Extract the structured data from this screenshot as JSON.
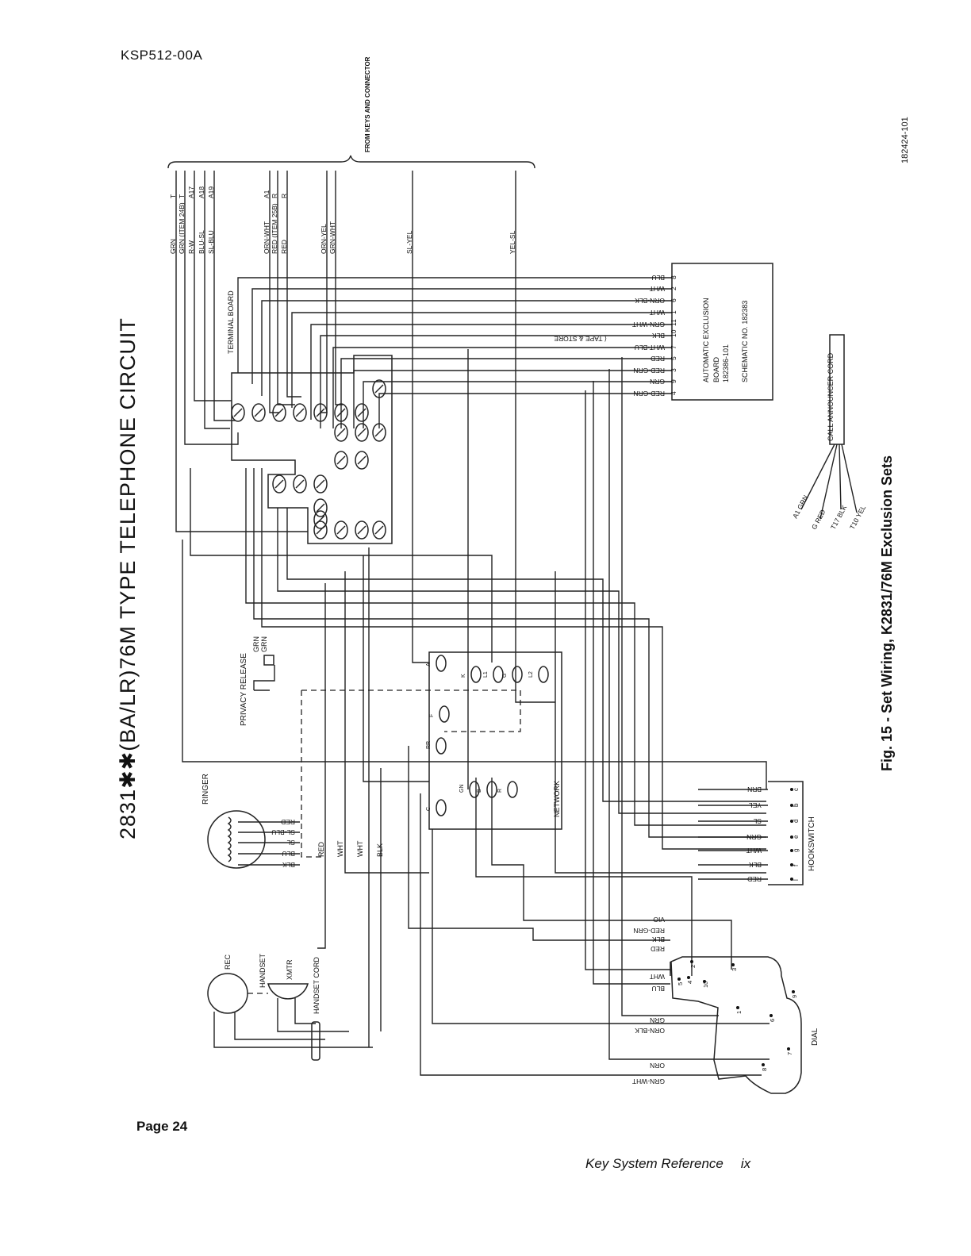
{
  "header": {
    "doc_id": "KSP512-00A"
  },
  "footer": {
    "page": "Page 24",
    "reference": "Key System Reference",
    "roman": "ix"
  },
  "title": "2831✱✱(BA/LR)76M TYPE TELEPHONE CIRCUIT",
  "figure_caption": "Fig. 15 - Set Wiring, K2831/76M Exclusion Sets",
  "drawing_number": "182424-101",
  "labels": {
    "from_keys": "FROM KEYS AND CONNECTOR",
    "terminal_board": "TERMINAL BOARD",
    "privacy_release": "PRIVACY RELEASE",
    "ringer": "RINGER",
    "handset": "HANDSET",
    "rec": "REC",
    "xmtr": "XMTR",
    "handset_cord": "HANDSET CORD",
    "network": "NETWORK",
    "hookswitch": "HOOKSWITCH",
    "dial": "DIAL",
    "call_announcer_cord": "CALL ANNOUNCER CORD",
    "tape_store": "TAPE & STORE"
  },
  "exclusion_board": [
    "AUTOMATIC EXCLUSION",
    "BOARD",
    "182386-101",
    "SCHEMATIC NO. 182383"
  ],
  "top_wires": [
    {
      "color": "GRN",
      "term": "T"
    },
    {
      "color": "GRN (ITEM 24B)",
      "term": "T"
    },
    {
      "color": "R-W",
      "term": "A17"
    },
    {
      "color": "BLU-SL",
      "term": "A18"
    },
    {
      "color": "SL-BLU",
      "term": "A19"
    },
    {
      "color": "ORN-WHT",
      "term": "A1"
    },
    {
      "color": "RED (ITEM 25B)",
      "term": "R"
    },
    {
      "color": "RED",
      "term": "R"
    },
    {
      "color": "ORN-YEL",
      "term": ""
    },
    {
      "color": "GRN-WHT",
      "term": ""
    },
    {
      "color": "SL-YEL",
      "term": ""
    },
    {
      "color": "YEL-SL",
      "term": ""
    }
  ],
  "exclusion_wires": [
    {
      "color": "BLU",
      "pin": "8"
    },
    {
      "color": "WHT",
      "pin": "2"
    },
    {
      "color": "ORN-BLK",
      "pin": "6"
    },
    {
      "color": "WHT",
      "pin": "1"
    },
    {
      "color": "GRN-WHT",
      "pin": "11"
    },
    {
      "color": "BLK",
      "pin": "10"
    },
    {
      "color": "WHT-BLU",
      "pin": "7"
    },
    {
      "color": "RED",
      "pin": "5"
    },
    {
      "color": "RED-GRN",
      "pin": "3"
    },
    {
      "color": "GRN",
      "pin": "9"
    },
    {
      "color": "RED-GRN",
      "pin": "4"
    }
  ],
  "privacy_wires": [
    "GRN",
    "GRN"
  ],
  "ringer_wires": [
    "RED",
    "SL-BLU",
    "SL",
    "BLU",
    "BLK"
  ],
  "handset_wires": [
    "RED",
    "WHT",
    "WHT",
    "BLK"
  ],
  "hookswitch_wires": [
    {
      "color": "BRN",
      "pin": "c"
    },
    {
      "color": "YEL",
      "pin": "b"
    },
    {
      "color": "SL",
      "pin": "d"
    },
    {
      "color": "GRN",
      "pin": "e"
    },
    {
      "color": "WHT",
      "pin": "g"
    },
    {
      "color": "BLK",
      "pin": "f"
    },
    {
      "color": "RED",
      "pin": "l"
    }
  ],
  "dial_wires": [
    "VIO",
    "RED-GRN",
    "BLK",
    "RED",
    "WHT",
    "BLU",
    "GRN",
    "ORN-BLK",
    "ORN",
    "GRN-WHT"
  ],
  "dial_pins": [
    "2",
    "3",
    "4",
    "5",
    "10",
    "1",
    "6",
    "7",
    "8",
    "9"
  ],
  "announcer_wires": [
    "A1 GRN",
    "G RED",
    "T17 BLK",
    "T10 YEL"
  ],
  "network_terms": [
    "A",
    "K",
    "F",
    "RR",
    "C",
    "GN",
    "B",
    "R",
    "L1",
    "G",
    "L2"
  ]
}
